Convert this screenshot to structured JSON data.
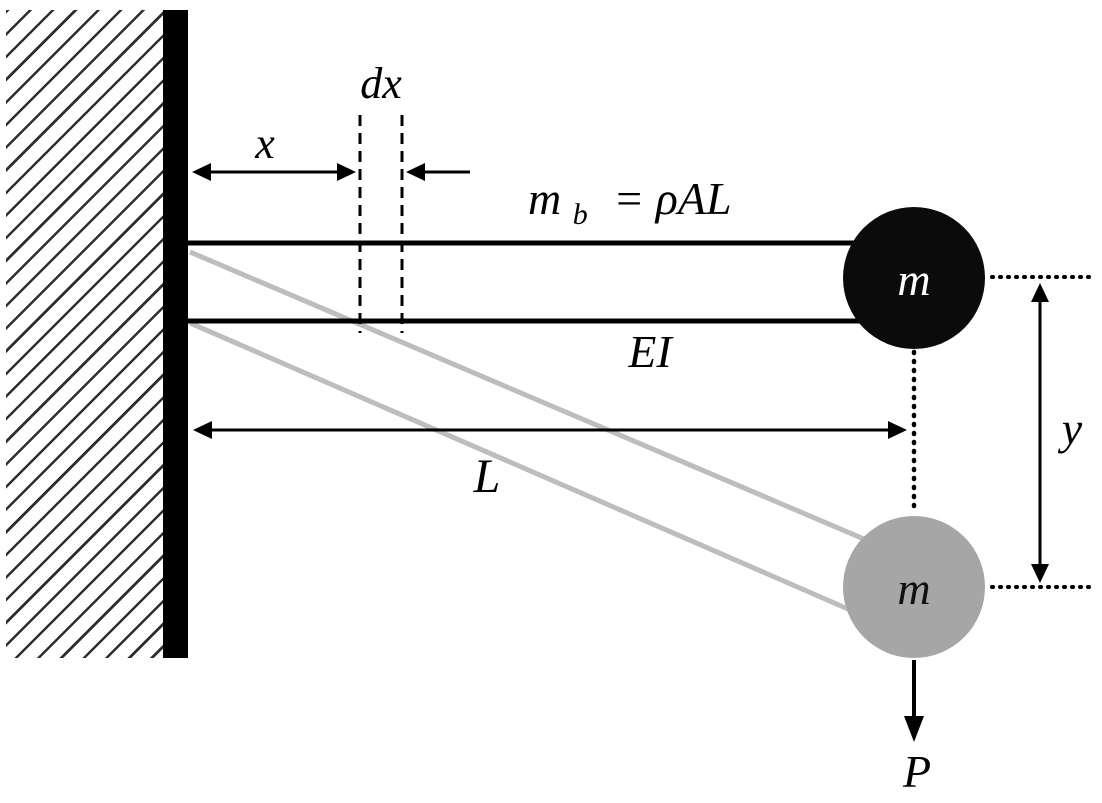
{
  "labels": {
    "x_dimension": "x",
    "dx_dimension": "dx",
    "beam_mass_symbol": "m",
    "beam_mass_subscript": "b",
    "beam_mass_equation": "= ρAL",
    "flexural_rigidity": "EI",
    "beam_length": "L",
    "tip_mass": "m",
    "deflected_tip_mass": "m",
    "tip_deflection": "y",
    "applied_load": "P"
  },
  "colors": {
    "line": "#000000",
    "deflected_beam": "#bdbdbd",
    "tip_mass_fill": "#0b0b0b",
    "tip_mass_label": "#ffffff",
    "deflected_mass_fill": "#a6a6a6",
    "deflected_mass_label": "#111111",
    "background": "#ffffff"
  }
}
